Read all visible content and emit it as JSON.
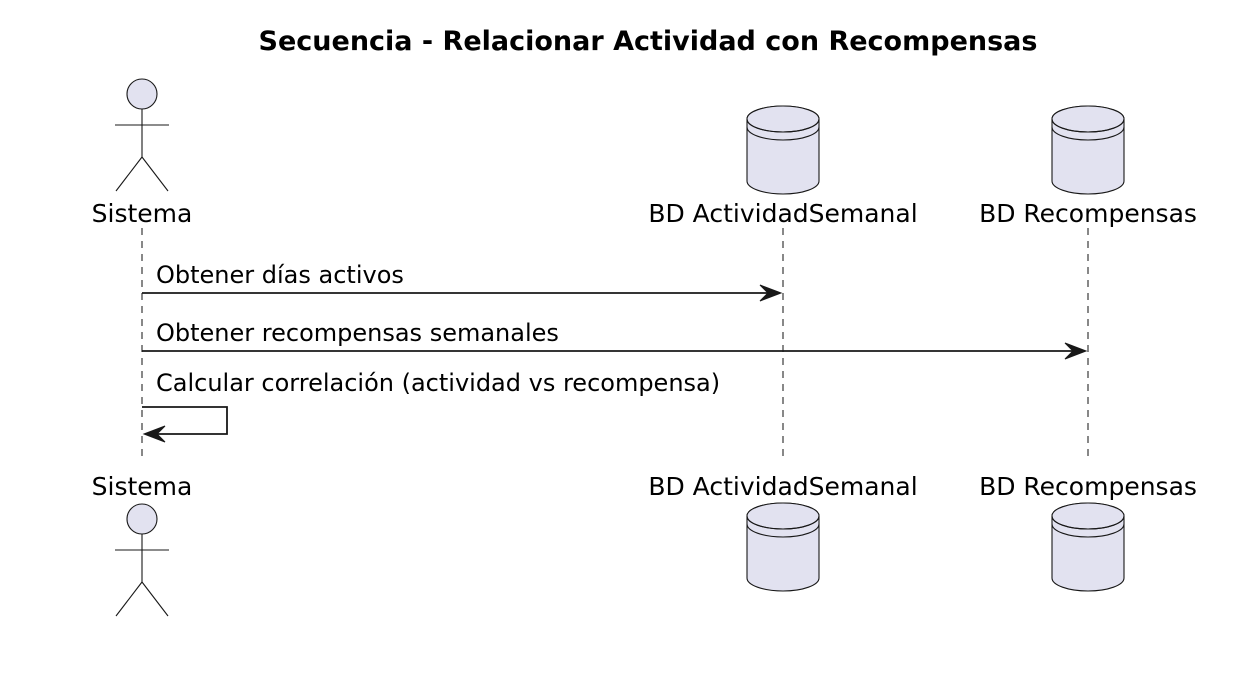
{
  "diagram": {
    "title": "Secuencia - Relacionar Actividad con Recompensas",
    "colors": {
      "shape_fill": "#e2e2f0",
      "shape_stroke": "#181818",
      "lifeline": "#555555",
      "arrow": "#181818"
    },
    "participants": [
      {
        "id": "sistema",
        "label": "Sistema",
        "kind": "actor",
        "icon": "actor-icon"
      },
      {
        "id": "actividad",
        "label": "BD ActividadSemanal",
        "kind": "database",
        "icon": "database-icon"
      },
      {
        "id": "recompensas",
        "label": "BD Recompensas",
        "kind": "database",
        "icon": "database-icon"
      }
    ],
    "messages": [
      {
        "from": "sistema",
        "to": "actividad",
        "label": "Obtener días activos"
      },
      {
        "from": "sistema",
        "to": "recompensas",
        "label": "Obtener recompensas semanales"
      },
      {
        "from": "sistema",
        "to": "sistema",
        "label": "Calcular correlación (actividad vs recompensa)"
      }
    ]
  }
}
